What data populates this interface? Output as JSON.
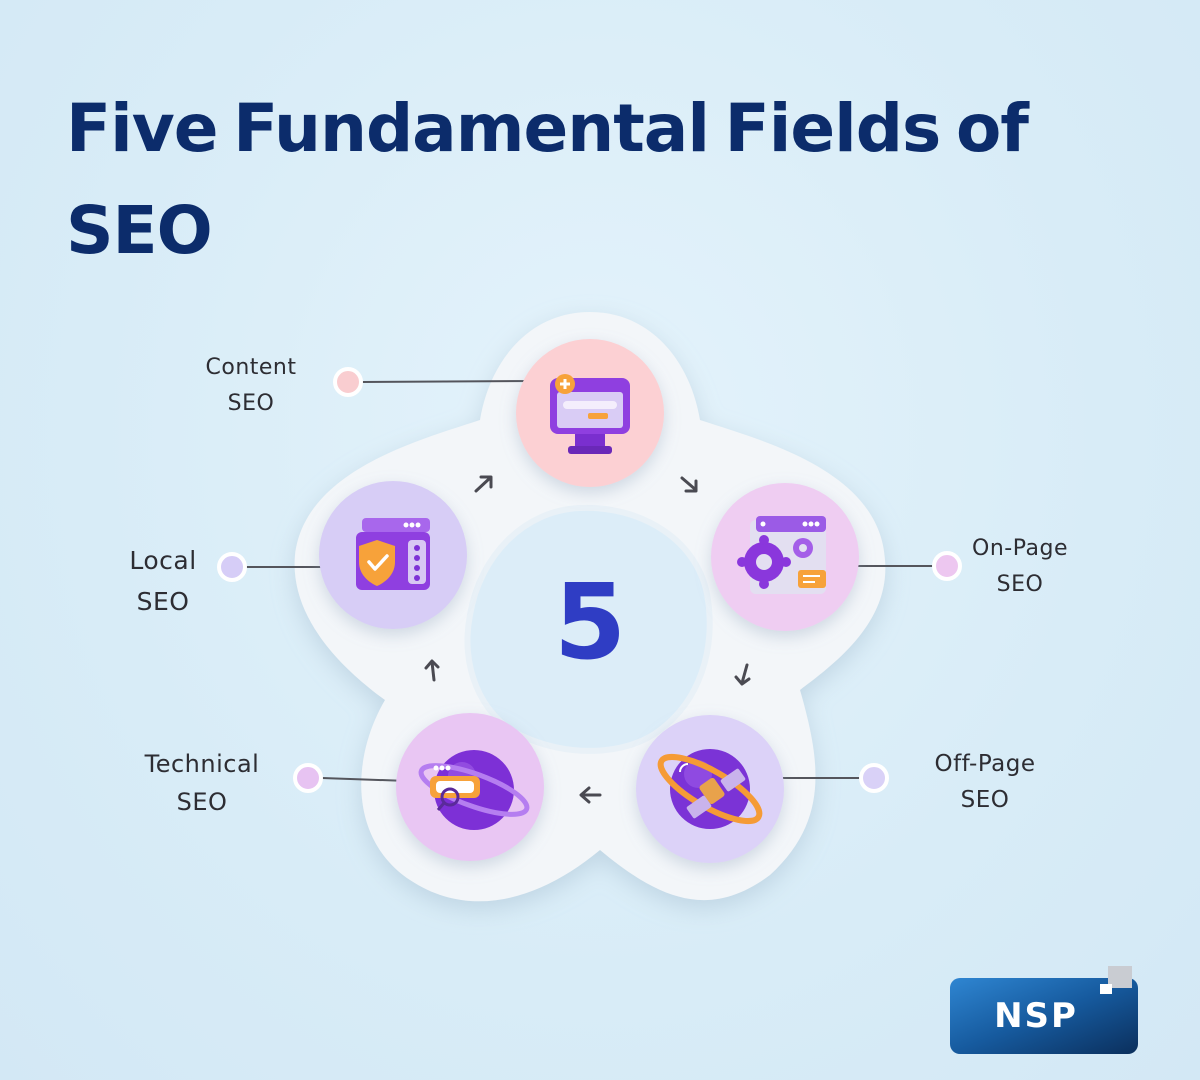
{
  "title": {
    "line1_words": [
      "Five",
      "Fundamental",
      "Fields",
      "of"
    ],
    "line2": "SEO"
  },
  "center_number": "5",
  "nodes": [
    {
      "id": "content",
      "label_line1": "Content",
      "label_line2": "SEO",
      "icon": "browser-monitor-icon",
      "circle_color": "#fcd0d3",
      "dot_color": "#f9cdd0"
    },
    {
      "id": "onpage",
      "label_line1": "On-Page",
      "label_line2": "SEO",
      "icon": "gears-window-icon",
      "circle_color": "#efcdf2",
      "dot_color": "#edc7f0"
    },
    {
      "id": "offpage",
      "label_line1": "Off-Page",
      "label_line2": "SEO",
      "icon": "satellite-planet-icon",
      "circle_color": "#dcd2f8",
      "dot_color": "#d9d1f7"
    },
    {
      "id": "technical",
      "label_line1": "Technical",
      "label_line2": "SEO",
      "icon": "planet-search-icon",
      "circle_color": "#e9c6f3",
      "dot_color": "#e7c3f2"
    },
    {
      "id": "local",
      "label_line1": "Local",
      "label_line2": "SEO",
      "icon": "shield-window-icon",
      "circle_color": "#d7cdf6",
      "dot_color": "#d6cdf7"
    }
  ],
  "colors": {
    "title": "#0c2c6b",
    "number": "#2f3dc4",
    "ring": "#f3f6f9",
    "icon_purple": "#8f3fe0",
    "icon_orange": "#f7a23a",
    "logo_bg": "#1f5f9c"
  },
  "logo": {
    "text": "NSP"
  }
}
